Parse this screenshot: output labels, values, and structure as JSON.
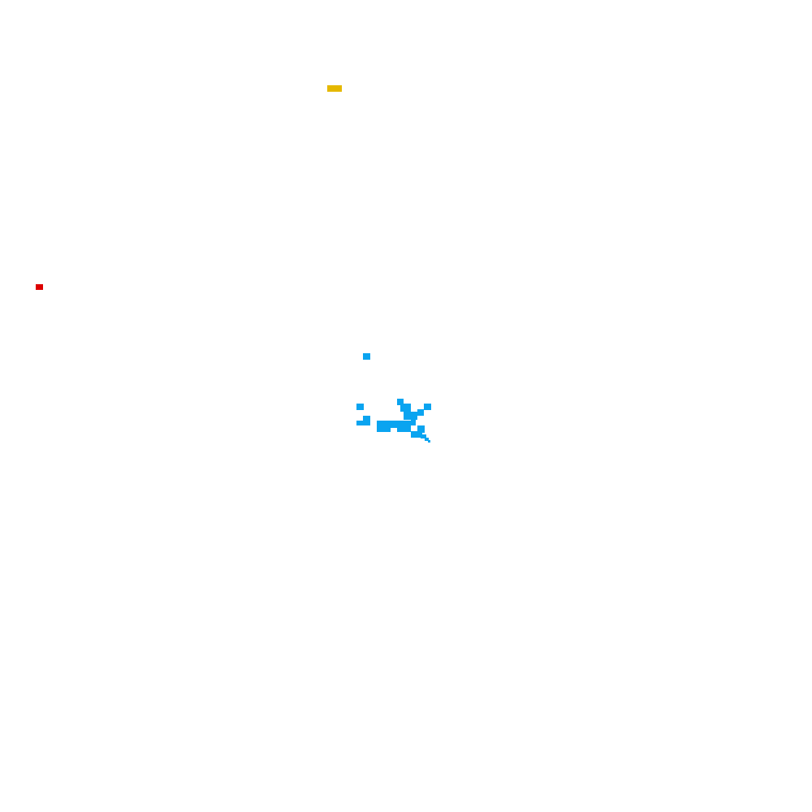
{
  "palette": {
    "background": "#ffffff",
    "yellow": "#e5b800",
    "red": "#dd0000",
    "blue": "#0aa4f0"
  },
  "marks": {
    "yellow_mark": {
      "color_key": "yellow"
    },
    "red_mark": {
      "color_key": "red"
    },
    "blue_cluster": {
      "color_key": "blue"
    }
  }
}
